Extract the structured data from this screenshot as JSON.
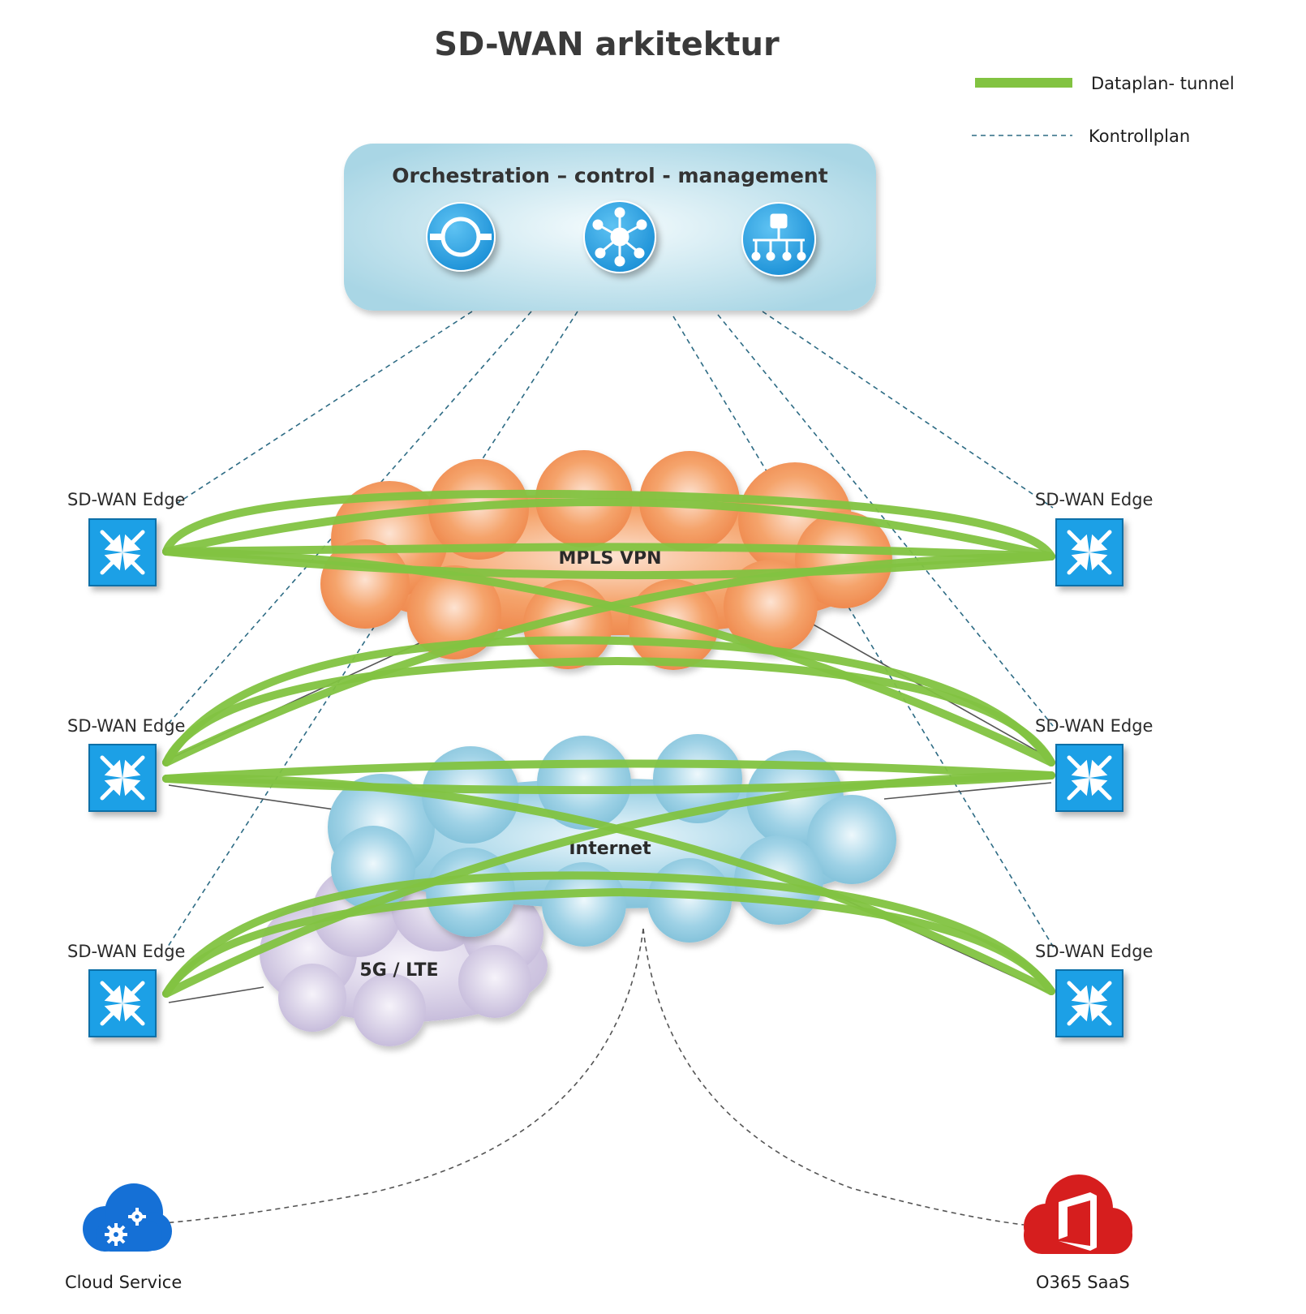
{
  "title": "SD-WAN arkitektur",
  "legend": {
    "tunnel_label": "Dataplan- tunnel",
    "control_label": "Kontrollplan",
    "tunnel_color": "#82c341",
    "control_color": "#2d6b84"
  },
  "orchestration": {
    "label": "Orchestration – control - management",
    "icons": [
      "orchestrator-icon",
      "controller-hub-icon",
      "management-tree-icon"
    ]
  },
  "clouds": {
    "mpls": "MPLS VPN",
    "internet": "Internet",
    "lte": "5G / LTE"
  },
  "edges": {
    "left_top": "SD-WAN Edge",
    "left_mid": "SD-WAN Edge",
    "left_bot": "SD-WAN Edge",
    "right_top": "SD-WAN Edge",
    "right_mid": "SD-WAN Edge",
    "right_bot": "SD-WAN Edge"
  },
  "services": {
    "cloud_service": "Cloud Service",
    "o365": "O365 SaaS"
  }
}
